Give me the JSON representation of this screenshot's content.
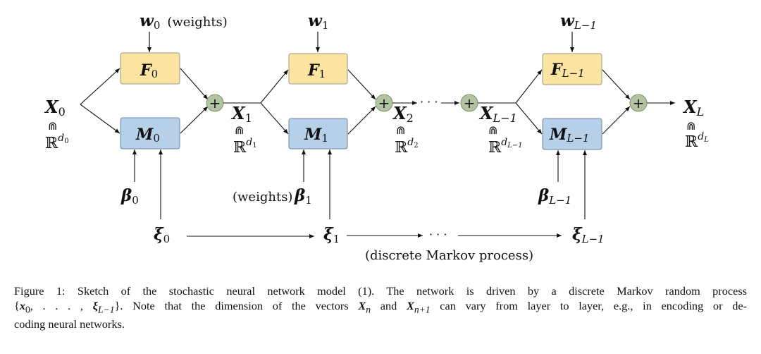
{
  "diagram": {
    "inputs": {
      "x0": {
        "main": "X",
        "sub": "0",
        "space_sub": "d",
        "space_subsub": "0"
      },
      "x1": {
        "main": "X",
        "sub": "1",
        "space_sub": "d",
        "space_subsub": "1"
      },
      "x2": {
        "main": "X",
        "sub": "2",
        "space_sub": "d",
        "space_subsub": "2"
      },
      "xl1": {
        "main": "X",
        "sub": "L−1",
        "space_sub": "d",
        "space_subsub": "L−1"
      },
      "xl": {
        "main": "X",
        "sub": "L",
        "space_sub": "d",
        "space_subsub": "L"
      }
    },
    "subset_symbol": "⋒",
    "reals_symbol": "ℝ",
    "blocks": [
      {
        "f": "F",
        "f_sub": "0",
        "m": "M",
        "m_sub": "0",
        "w": "w",
        "w_sub": "0",
        "w_note": "(weights)",
        "beta": "β",
        "beta_sub": "0",
        "beta_note": ""
      },
      {
        "f": "F",
        "f_sub": "1",
        "m": "M",
        "m_sub": "1",
        "w": "w",
        "w_sub": "1",
        "w_note": "",
        "beta": "β",
        "beta_sub": "1",
        "beta_note": "(weights)"
      },
      {
        "f": "F",
        "f_sub": "L−1",
        "m": "M",
        "m_sub": "L−1",
        "w": "w",
        "w_sub": "L−1",
        "w_note": "",
        "beta": "β",
        "beta_sub": "L−1",
        "beta_note": ""
      }
    ],
    "noise": [
      {
        "sym": "ξ",
        "sub": "0"
      },
      {
        "sym": "ξ",
        "sub": "1"
      },
      {
        "sym": "ξ",
        "sub": "L−1"
      }
    ],
    "ellipsis": "· · ·",
    "plus": "+",
    "markov_label": "(discrete Markov process)",
    "colors": {
      "f_fill": "#fbe3a0",
      "f_stroke": "#9a9a8a",
      "m_fill": "#b7d0ea",
      "m_stroke": "#6f86a3",
      "sum_fill": "#b3c4a3",
      "sum_stroke": "#7f9270"
    }
  },
  "caption": {
    "line1_prefix": "Figure 1:  Sketch of the stochastic neural network model (1).  The network is driven by a discrete Markov random process",
    "line2_a": "{",
    "line2_x": "x",
    "line2_x_sub": "0",
    "line2_b": ", . . . , ",
    "line2_xi": "ξ",
    "line2_xi_sub": "L−1",
    "line2_c": "}.  Note that the dimension of the vectors ",
    "line2_Xn": "X",
    "line2_Xn_sub": "n",
    "line2_d": " and ",
    "line2_Xn1": "X",
    "line2_Xn1_sub": "n+1",
    "line2_e": " can vary from layer to layer, e.g., in encoding or de-",
    "line3": "coding neural networks."
  }
}
